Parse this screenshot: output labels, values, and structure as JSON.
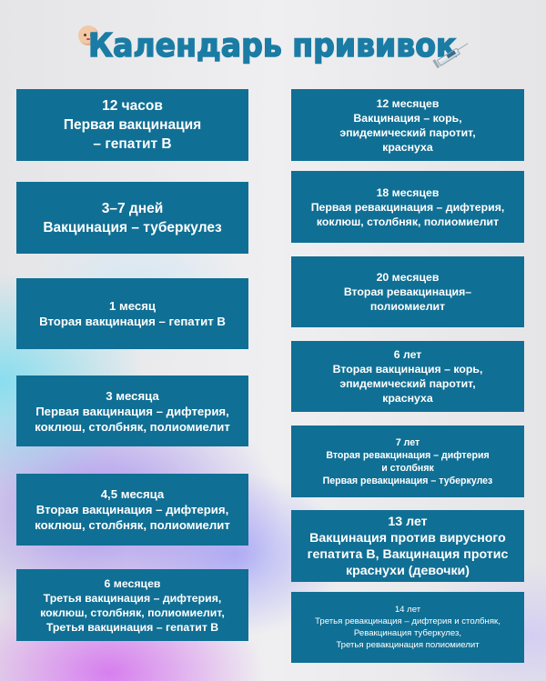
{
  "header": {
    "title": "Календарь прививок",
    "icons": [
      "baby-face-icon",
      "syringe-icon"
    ]
  },
  "colors": {
    "card_bg": "#106f94",
    "card_text": "#ffffff",
    "title": "#1a7ca4",
    "background": "#e7e7e9"
  },
  "left_column": [
    {
      "age": "12 часов",
      "lines": [
        "Первая вакцинация",
        "– гепатит В"
      ]
    },
    {
      "age": "3–7 дней",
      "lines": [
        "Вакцинация – туберкулез"
      ]
    },
    {
      "age": "1 месяц",
      "lines": [
        "Вторая вакцинация – гепатит В"
      ]
    },
    {
      "age": "3 месяца",
      "lines": [
        "Первая вакцинация – дифтерия,",
        "коклюш, столбняк, полиомиелит"
      ]
    },
    {
      "age": "4,5 месяца",
      "lines": [
        "Вторая вакцинация – дифтерия,",
        "коклюш, столбняк, полиомиелит"
      ]
    },
    {
      "age": "6 месяцев",
      "lines": [
        "Третья вакцинация – дифтерия,",
        "коклюш, столбняк, полиомиелит,",
        "Третья вакцинация – гепатит В"
      ]
    }
  ],
  "right_column": [
    {
      "age": "12 месяцев",
      "lines": [
        "Вакцинация – корь,",
        "эпидемический паротит,",
        "краснуха"
      ]
    },
    {
      "age": "18 месяцев",
      "lines": [
        "Первая ревакцинация – дифтерия,",
        "коклюш, столбняк, полиомиелит"
      ]
    },
    {
      "age": "20 месяцев",
      "lines": [
        "Вторая ревакцинация–",
        "полиомиелит"
      ]
    },
    {
      "age": "6 лет",
      "lines": [
        "Вторая вакцинация – корь,",
        "эпидемический паротит,",
        "краснуха"
      ]
    },
    {
      "age": "7 лет",
      "lines": [
        "Вторая ревакцинация – дифтерия",
        "и столбняк",
        "Первая ревакцинация – туберкулез"
      ]
    },
    {
      "age": "13 лет",
      "lines": [
        "Вакцинация против вирусного",
        "гепатита В, Вакцинация протис",
        "краснухи (девочки)"
      ]
    },
    {
      "age": "14 лет",
      "lines": [
        "Третья ревакцинация – дифтерия и столбняк,",
        "Ревакцинация туберкулез,",
        "Третья ревакцинация полиомиелит"
      ]
    }
  ]
}
